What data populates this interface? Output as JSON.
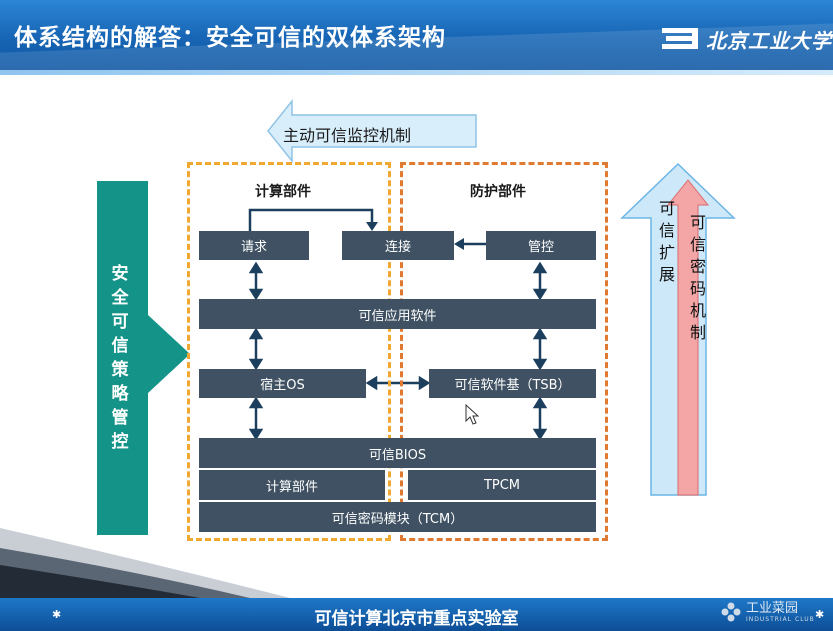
{
  "header": {
    "title": "体系结构的解答：安全可信的双体系架构",
    "logo_text": "北京工业大学"
  },
  "diagram": {
    "left_arrow_label": "安全可信策略管控",
    "top_arrow_label": "主动可信监控机制",
    "computing_region_label": "计算部件",
    "protection_region_label": "防护部件",
    "boxes": {
      "request": "请求",
      "connect": "连接",
      "control": "管控",
      "trusted_app_software": "可信应用软件",
      "host_os": "宿主OS",
      "tsb": "可信软件基（TSB）",
      "trusted_bios": "可信BIOS",
      "computing_part": "计算部件",
      "tpcm": "TPCM",
      "tcm": "可信密码模块（TCM）"
    },
    "right_arrow_blue_label": "可信扩展",
    "right_arrow_red_label": "可信密码机制",
    "colors": {
      "box": "#3f5162",
      "computing_border": "#f0a830",
      "protection_border": "#e07a30",
      "teal_arrow": "#149488",
      "top_arrow": "#d9eefb",
      "blue_arrow": "#cde8f8",
      "red_arrow": "#f4a6a6"
    }
  },
  "footer": {
    "text": "可信计算北京市重点实验室",
    "watermark_name": "工业菜园",
    "watermark_sub": "INDUSTRIAL CLUB"
  }
}
